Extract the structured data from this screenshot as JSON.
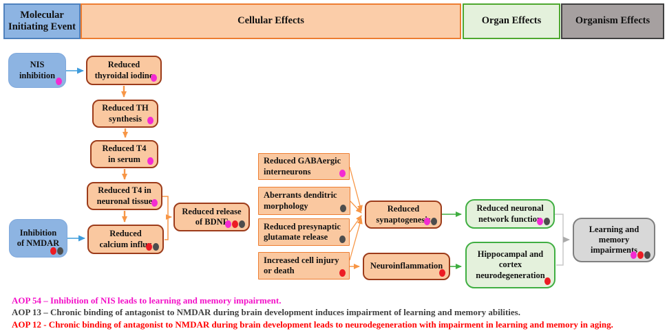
{
  "header": {
    "items": [
      {
        "label": "Molecular Initiating Event",
        "fill": "#8DB4E2",
        "border": "#4F81BD"
      },
      {
        "label": "Cellular Effects",
        "fill": "#FBCDA9",
        "border": "#ED7D31"
      },
      {
        "label": "Organ Effects",
        "fill": "#E4F1DC",
        "border": "#4EA72E"
      },
      {
        "label": "Organism Effects",
        "fill": "#A6A0A0",
        "border": "#3F3F3F"
      }
    ]
  },
  "dot_colors": {
    "magenta": "#F32BD2",
    "red": "#EC1C24",
    "gray": "#4D4D4D"
  },
  "nodes": [
    {
      "id": "nis-inhibition",
      "label": "NIS\ninhibition",
      "kind": "molecular-initiating-event",
      "dots": [
        "magenta"
      ]
    },
    {
      "id": "reduced-thyroidal-iodine",
      "label": "Reduced\nthyroidal iodine",
      "kind": "cellular-effect",
      "dots": [
        "magenta"
      ]
    },
    {
      "id": "reduced-th-synthesis",
      "label": "Reduced TH\nsynthesis",
      "kind": "cellular-effect",
      "dots": [
        "magenta"
      ]
    },
    {
      "id": "reduced-t4-in-serum",
      "label": "Reduced T4\nin serum",
      "kind": "cellular-effect",
      "dots": [
        "magenta"
      ]
    },
    {
      "id": "reduced-t4-in-neuronal-tissue",
      "label": "Reduced T4 in\nneuronal tissue",
      "kind": "cellular-effect",
      "dots": [
        "magenta"
      ]
    },
    {
      "id": "inhibition-of-nmdar",
      "label": "Inhibition\nof NMDAR",
      "kind": "molecular-initiating-event",
      "dots": [
        "red",
        "gray"
      ]
    },
    {
      "id": "reduced-calcium-influx",
      "label": "Reduced\ncalcium influx",
      "kind": "cellular-effect",
      "dots": [
        "red",
        "gray"
      ]
    },
    {
      "id": "reduced-release-of-bdnf",
      "label": "Reduced release\nof BDNF",
      "kind": "cellular-effect",
      "dots": [
        "magenta",
        "red",
        "gray"
      ]
    },
    {
      "id": "reduced-gabaergic-interneurons",
      "label": "Reduced GABAergic\ninterneurons",
      "kind": "cellular-effect",
      "dots": [
        "magenta"
      ]
    },
    {
      "id": "aberrants-denditric-morphology",
      "label": "Aberrants denditric\nmorphology",
      "kind": "cellular-effect",
      "dots": [
        "gray"
      ]
    },
    {
      "id": "reduced-presynaptic-glutamate-release",
      "label": "Reduced presynaptic\nglutamate release",
      "kind": "cellular-effect",
      "dots": [
        "gray"
      ]
    },
    {
      "id": "increased-cell-injury-or-death",
      "label": "Increased cell injury\nor death",
      "kind": "cellular-effect",
      "dots": [
        "red"
      ]
    },
    {
      "id": "reduced-synaptogenesis",
      "label": "Reduced\nsynaptogenesis",
      "kind": "cellular-effect",
      "dots": [
        "magenta",
        "gray"
      ]
    },
    {
      "id": "neuroinflammation",
      "label": "Neuroinflammation",
      "kind": "cellular-effect",
      "dots": [
        "red"
      ]
    },
    {
      "id": "reduced-neuronal-network-function",
      "label": "Reduced neuronal\nnetwork function",
      "kind": "organ-effect",
      "dots": [
        "magenta",
        "gray"
      ]
    },
    {
      "id": "hippocampal-cortex-neurodegeneration",
      "label": "Hippocampal and\ncortex\nneurodegeneration",
      "kind": "organ-effect",
      "dots": [
        "red"
      ]
    },
    {
      "id": "learning-memory-impairments",
      "label": "Learning and\nmemory\nimpairments",
      "kind": "organism-effect",
      "dots": [
        "magenta",
        "red",
        "gray"
      ]
    }
  ],
  "edges": [
    {
      "from": "nis-inhibition",
      "to": "reduced-thyroidal-iodine",
      "color": "blue"
    },
    {
      "from": "reduced-thyroidal-iodine",
      "to": "reduced-th-synthesis",
      "color": "orange"
    },
    {
      "from": "reduced-th-synthesis",
      "to": "reduced-t4-in-serum",
      "color": "orange"
    },
    {
      "from": "reduced-t4-in-serum",
      "to": "reduced-t4-in-neuronal-tissue",
      "color": "orange"
    },
    {
      "from": "reduced-t4-in-neuronal-tissue",
      "to": "reduced-calcium-influx",
      "color": "orange"
    },
    {
      "from": "inhibition-of-nmdar",
      "to": "reduced-calcium-influx",
      "color": "blue"
    },
    {
      "from": "reduced-t4-in-neuronal-tissue",
      "to": "reduced-release-of-bdnf",
      "color": "orange"
    },
    {
      "from": "reduced-calcium-influx",
      "to": "reduced-release-of-bdnf",
      "color": "orange"
    },
    {
      "from": "reduced-gabaergic-interneurons",
      "to": "reduced-synaptogenesis",
      "color": "orange"
    },
    {
      "from": "aberrants-denditric-morphology",
      "to": "reduced-synaptogenesis",
      "color": "orange"
    },
    {
      "from": "reduced-presynaptic-glutamate-release",
      "to": "reduced-synaptogenesis",
      "color": "orange"
    },
    {
      "from": "increased-cell-injury-or-death",
      "to": "reduced-synaptogenesis",
      "color": "orange"
    },
    {
      "from": "increased-cell-injury-or-death",
      "to": "neuroinflammation",
      "color": "orange"
    },
    {
      "from": "reduced-synaptogenesis",
      "to": "reduced-neuronal-network-function",
      "color": "green"
    },
    {
      "from": "neuroinflammation",
      "to": "hippocampal-cortex-neurodegeneration",
      "color": "green"
    },
    {
      "from": "reduced-neuronal-network-function",
      "to": "learning-memory-impairments",
      "color": "gray"
    },
    {
      "from": "hippocampal-cortex-neurodegeneration",
      "to": "learning-memory-impairments",
      "color": "gray"
    }
  ],
  "footnotes": [
    {
      "label": "AOP 54 – Inhibition of NIS leads to learning and memory impairment.",
      "color": "#F311C8"
    },
    {
      "label": "AOP 13 – Chronic binding of antagonist to NMDAR during brain development induces impairment of learning and memory abilities.",
      "color": "#404040"
    },
    {
      "label": "AOP 12 - Chronic binding of antagonist to NMDAR during brain development leads to neurodegeneration with impairment in learning and memory in aging.",
      "color": "#FF0000"
    }
  ]
}
